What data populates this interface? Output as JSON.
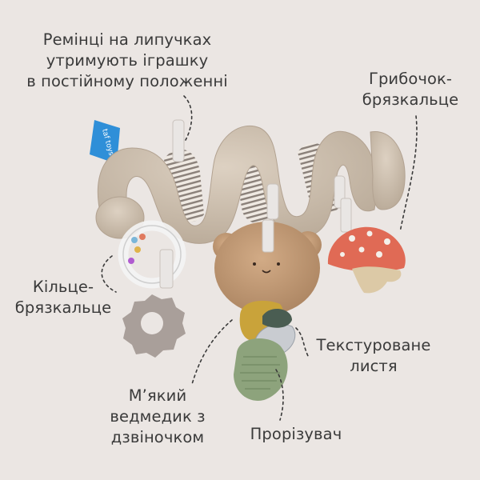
{
  "labels": {
    "straps": [
      "Ремінці на липучках",
      "утримують іграшку",
      "в постійному положенні"
    ],
    "mushroom": [
      "Грибочок-",
      "брязкальце"
    ],
    "ring": [
      "Кільце-",
      "брязкальце"
    ],
    "leaves": [
      "Текстуроване",
      "листя"
    ],
    "bear": [
      "М’який",
      "ведмедик з",
      "дзвіночком"
    ],
    "teether": [
      "Прорізувач"
    ]
  },
  "tag_text": "taf toys",
  "colors": {
    "background": "#ebe6e3",
    "text": "#3a3a3a",
    "plush": "#cdbfae",
    "stripe": "#8a8079",
    "mushroom_cap": "#e06a55",
    "teether_green": "#8da37c",
    "leaf_yellow": "#c9a33a",
    "tag_blue": "#2f8fd8"
  }
}
